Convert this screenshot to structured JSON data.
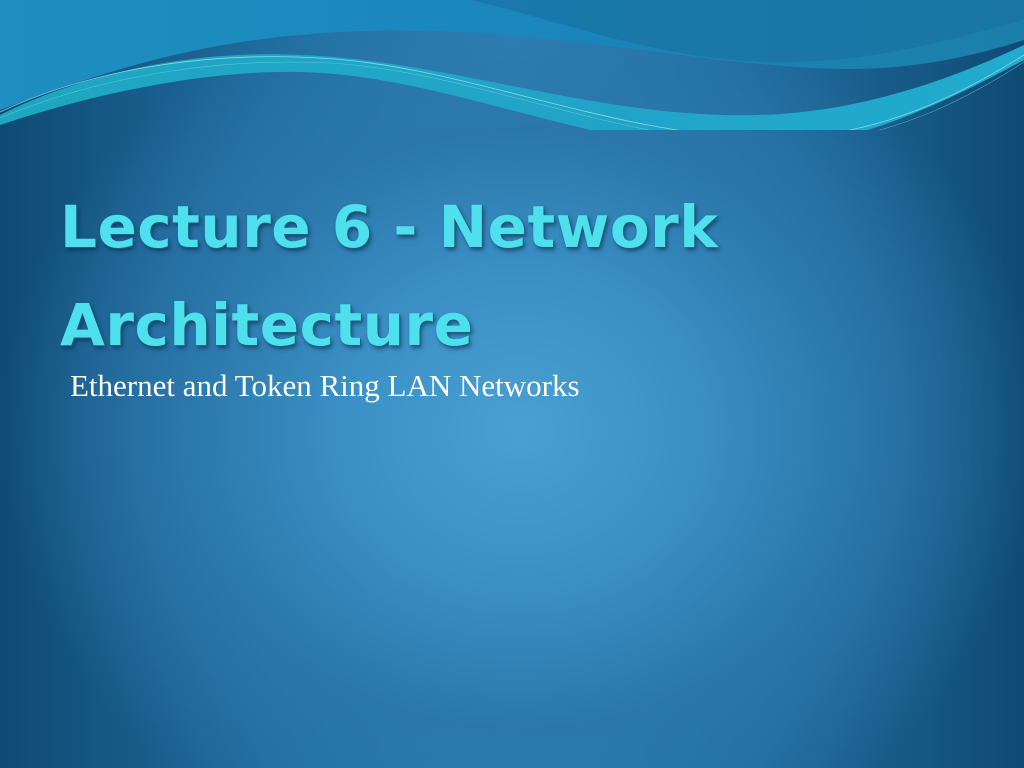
{
  "slide": {
    "title_line1": "Lecture 6 - Network",
    "title_line2": "Architecture",
    "subtitle": "Ethernet and Token Ring LAN Networks"
  },
  "colors": {
    "title": "#4ee0ec",
    "subtitle": "#ffffff",
    "background_center": "#4aa0d2",
    "background_edge": "#0f4a74",
    "wave_light": "#1ba8c8",
    "wave_dark": "#1d6a9a"
  }
}
